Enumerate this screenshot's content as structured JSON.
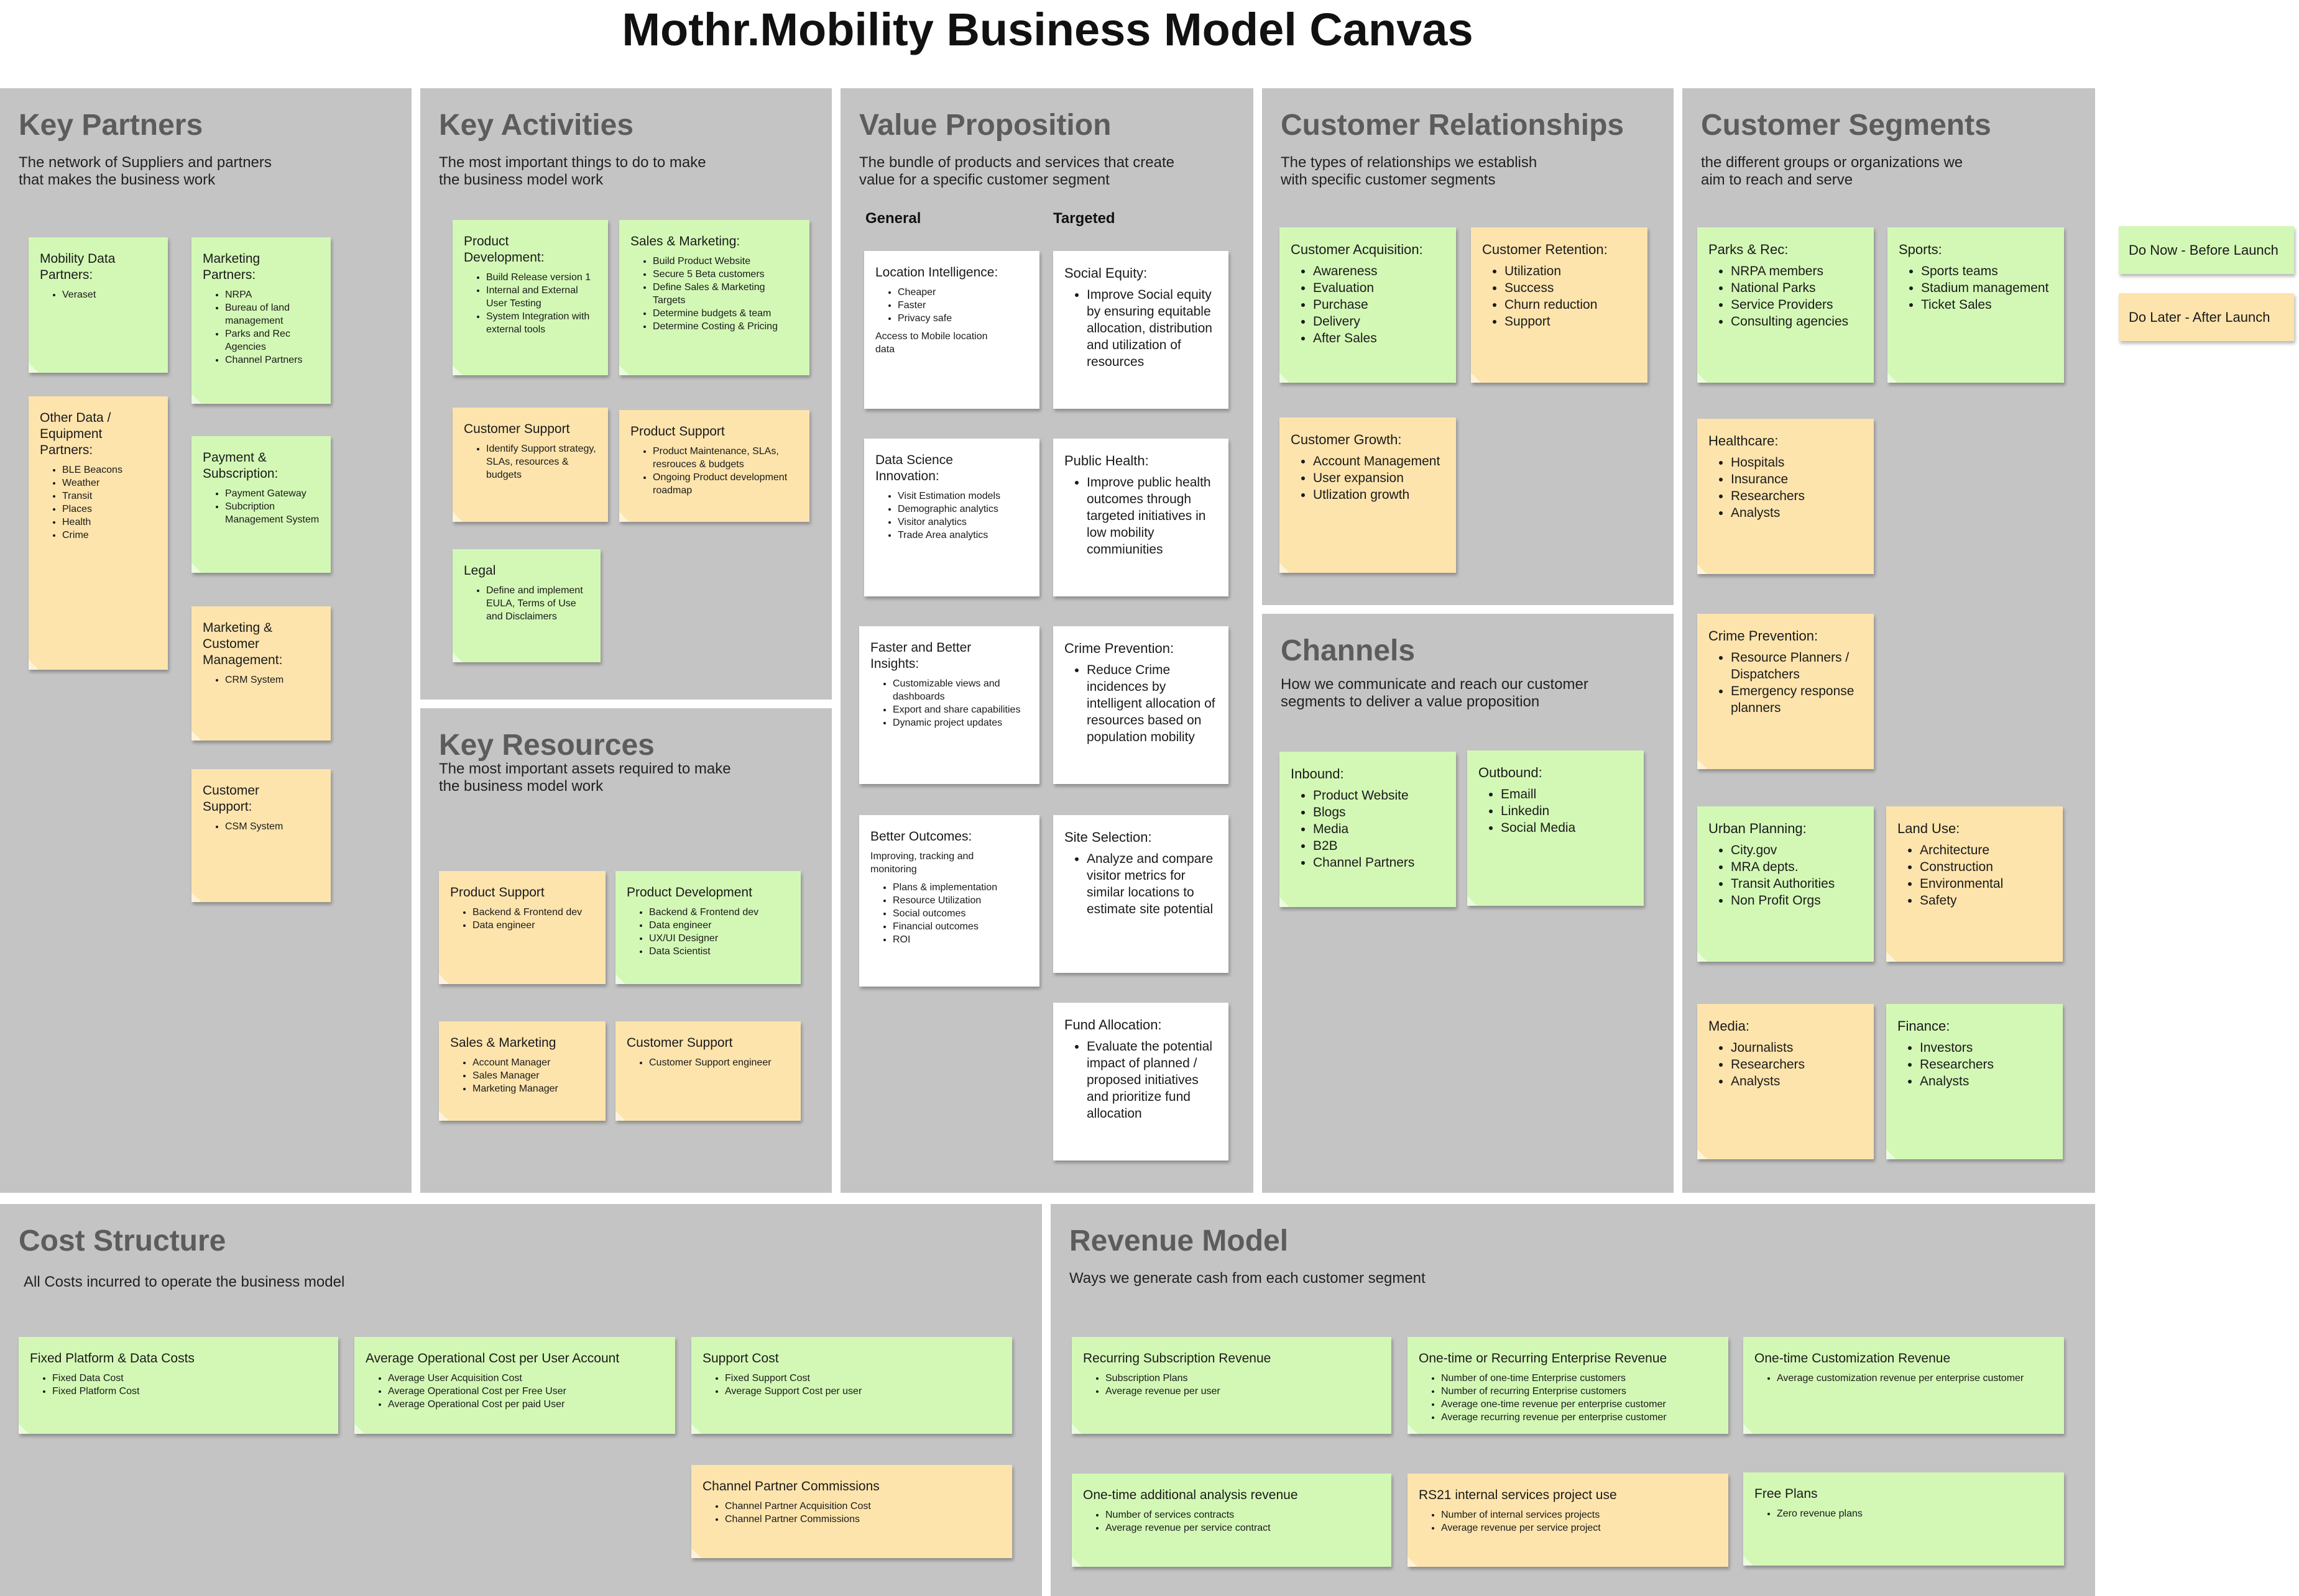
{
  "title": "Mothr.Mobility Business Model Canvas",
  "legend": {
    "now": "Do Now - Before Launch",
    "later": "Do Later - After Launch"
  },
  "colors": {
    "do_now": "#d3f8b6",
    "do_later": "#fde4ad",
    "panel": "#c4c4c4"
  },
  "panels": {
    "key_partners": {
      "title": "Key Partners",
      "subtitle": "The network of Suppliers and partners\nthat makes the business work",
      "notes": [
        {
          "title": "Mobility Data\nPartners:",
          "items": [
            "Veraset"
          ]
        },
        {
          "title": "Other Data /\nEquipment\nPartners:",
          "items": [
            "BLE Beacons",
            "Weather",
            "Transit",
            "Places",
            "Health",
            "Crime"
          ]
        },
        {
          "title": "Marketing\nPartners:",
          "items": [
            "NRPA",
            "Bureau of land management",
            "Parks and Rec Agencies",
            "Channel Partners"
          ]
        },
        {
          "title": "Payment &\nSubscription:",
          "items": [
            "Payment Gateway",
            "Subcription Management System"
          ]
        },
        {
          "title": "Marketing &\nCustomer\nManagement:",
          "items": [
            "CRM System"
          ]
        },
        {
          "title": "Customer\nSupport:",
          "items": [
            "CSM System"
          ]
        }
      ]
    },
    "key_activities": {
      "title": "Key Activities",
      "subtitle": "The most important things to do to make\nthe business model work",
      "notes": [
        {
          "title": "Product\nDevelopment:",
          "items": [
            "Build Release version 1",
            "Internal and External User Testing",
            "System Integration with external tools"
          ]
        },
        {
          "title": "Sales & Marketing:",
          "items": [
            "Build Product Website",
            "Secure 5 Beta customers",
            "Define Sales & Marketing Targets",
            "Determine budgets & team",
            "Determine Costing & Pricing"
          ]
        },
        {
          "title": "Customer Support",
          "items": [
            "Identify Support strategy, SLAs, resources & budgets"
          ]
        },
        {
          "title": "Product Support",
          "items": [
            "Product Maintenance, SLAs, resrouces & budgets",
            "Ongoing Product development roadmap"
          ]
        },
        {
          "title": "Legal",
          "items": [
            "Define and implement EULA, Terms of Use and Disclaimers"
          ]
        }
      ]
    },
    "key_resources": {
      "title": "Key Resources",
      "subtitle": "The most important assets required to make\nthe business model work",
      "notes": [
        {
          "title": "Product Support",
          "items": [
            "Backend & Frontend dev",
            "Data engineer"
          ]
        },
        {
          "title": "Product Development",
          "items": [
            "Backend & Frontend dev",
            "Data engineer",
            "UX/UI Designer",
            "Data Scientist"
          ]
        },
        {
          "title": "Sales & Marketing",
          "items": [
            "Account Manager",
            "Sales Manager",
            "Marketing Manager"
          ]
        },
        {
          "title": "Customer Support",
          "items": [
            "Customer Support engineer"
          ]
        }
      ]
    },
    "value_proposition": {
      "title": "Value Proposition",
      "subtitle": "The bundle of products and services that create\nvalue for a specific customer segment",
      "col_general": "General",
      "col_targeted": "Targeted",
      "general": [
        {
          "title": "Location Intelligence:",
          "items": [
            "Cheaper",
            "Faster",
            "Privacy safe"
          ],
          "text": "Access to Mobile location\ndata"
        },
        {
          "title": "Data Science\nInnovation:",
          "items": [
            "Visit Estimation models",
            "Demographic analytics",
            "Visitor analytics",
            "Trade Area analytics"
          ]
        },
        {
          "title": "Faster and Better\nInsights:",
          "items": [
            "Customizable views and dashboards",
            "Export and share capabilities",
            "Dynamic project updates"
          ]
        },
        {
          "title": "Better Outcomes:",
          "text": "Improving, tracking and\nmonitoring",
          "items": [
            "Plans & implementation",
            "Resource Utilization",
            "Social outcomes",
            "Financial outcomes",
            "ROI"
          ]
        }
      ],
      "targeted": [
        {
          "title": "Social Equity:",
          "items": [
            "Improve Social equity by ensuring equitable allocation, distribution and utilization of resources"
          ]
        },
        {
          "title": "Public Health:",
          "items": [
            "Improve public health outcomes through targeted initiatives in low mobility commiunities"
          ]
        },
        {
          "title": "Crime Prevention:",
          "items": [
            "Reduce Crime incidences by intelligent allocation of resources based on population mobility"
          ]
        },
        {
          "title": "Site Selection:",
          "items": [
            "Analyze and compare visitor metrics for similar locations to estimate site potential"
          ]
        },
        {
          "title": "Fund Allocation:",
          "items": [
            "Evaluate the potential impact of planned / proposed initiatives and prioritize fund allocation"
          ]
        }
      ]
    },
    "customer_relationships": {
      "title": "Customer Relationships",
      "subtitle": "The types of relationships we establish\nwith specific customer segments",
      "notes": [
        {
          "title": "Customer Acquisition:",
          "items": [
            "Awareness",
            "Evaluation",
            "Purchase",
            "Delivery",
            "After Sales"
          ]
        },
        {
          "title": "Customer Retention:",
          "items": [
            "Utilization",
            "Success",
            "Churn reduction",
            "Support"
          ]
        },
        {
          "title": "Customer Growth:",
          "items": [
            "Account Management",
            "User expansion",
            "Utlization growth"
          ]
        }
      ]
    },
    "channels": {
      "title": "Channels",
      "subtitle": "How we communicate and reach our customer\nsegments to deliver a value proposition",
      "notes": [
        {
          "title": "Inbound:",
          "items": [
            "Product Website",
            "Blogs",
            "Media",
            "B2B",
            "Channel Partners"
          ]
        },
        {
          "title": "Outbound:",
          "items": [
            "Emaill",
            "Linkedin",
            "Social Media"
          ]
        }
      ]
    },
    "customer_segments": {
      "title": "Customer Segments",
      "subtitle": "the different groups or organizations we\naim to reach and serve",
      "notes": [
        {
          "title": "Parks & Rec:",
          "items": [
            "NRPA members",
            "National Parks",
            "Service Providers",
            "Consulting agencies"
          ]
        },
        {
          "title": "Sports:",
          "items": [
            "Sports teams",
            "Stadium management",
            "Ticket Sales"
          ]
        },
        {
          "title": "Healthcare:",
          "items": [
            "Hospitals",
            "Insurance",
            "Researchers",
            "Analysts"
          ]
        },
        {
          "title": "Crime Prevention:",
          "items": [
            "Resource Planners / Dispatchers",
            "Emergency response planners"
          ]
        },
        {
          "title": "Urban Planning:",
          "items": [
            "City.gov",
            "MRA depts.",
            "Transit Authorities",
            "Non Profit Orgs"
          ]
        },
        {
          "title": "Land Use:",
          "items": [
            "Architecture",
            "Construction",
            "Environmental",
            "Safety"
          ]
        },
        {
          "title": "Media:",
          "items": [
            "Journalists",
            "Researchers",
            "Analysts"
          ]
        },
        {
          "title": "Finance:",
          "items": [
            "Investors",
            "Researchers",
            "Analysts"
          ]
        }
      ]
    },
    "cost_structure": {
      "title": "Cost Structure",
      "subtitle": "All Costs incurred to operate the business model",
      "notes": [
        {
          "title": "Fixed Platform & Data Costs",
          "items": [
            "Fixed Data Cost",
            "Fixed Platform Cost"
          ]
        },
        {
          "title": "Average Operational Cost per User Account",
          "items": [
            "Average User Acquisition Cost",
            "Average Operational Cost per Free User",
            "Average Operational Cost per paid User"
          ]
        },
        {
          "title": "Support Cost",
          "items": [
            "Fixed Support Cost",
            "Average Support Cost per user"
          ]
        },
        {
          "title": "Channel Partner Commissions",
          "items": [
            "Channel Partner Acquisition Cost",
            "Channel Partner Commissions"
          ]
        }
      ]
    },
    "revenue_model": {
      "title": "Revenue Model",
      "subtitle": "Ways we generate cash from each customer segment",
      "notes": [
        {
          "title": "Recurring Subscription Revenue",
          "items": [
            "Subscription Plans",
            "Average revenue per user"
          ]
        },
        {
          "title": "One-time or Recurring Enterprise Revenue",
          "items": [
            "Number of one-time Enterprise customers",
            "Number of recurring Enterprise customers",
            "Average one-time revenue per enterprise customer",
            "Average recurring revenue per enterprise customer"
          ]
        },
        {
          "title": "One-time Customization Revenue",
          "items": [
            "Average customization revenue per enterprise customer"
          ]
        },
        {
          "title": "One-time additional analysis revenue",
          "items": [
            "Number of services contracts",
            "Average revenue per service contract"
          ]
        },
        {
          "title": "RS21 internal services project use",
          "items": [
            "Number of internal services projects",
            "Average revenue per service project"
          ]
        },
        {
          "title": "Free Plans",
          "items": [
            "Zero revenue plans"
          ]
        }
      ]
    }
  }
}
